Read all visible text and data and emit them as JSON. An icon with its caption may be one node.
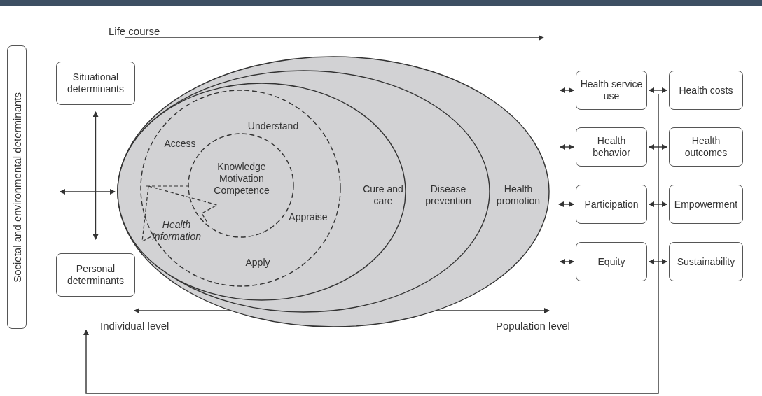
{
  "diagram": {
    "nodes": [
      {
        "text": [
          "Societal and environmental determinants"
        ]
      },
      {
        "text": [
          "Situational determinants"
        ]
      },
      {
        "text": [
          "Personal determinants"
        ]
      },
      {
        "text": [
          "Health promotion"
        ]
      },
      {
        "text": [
          "Disease prevention"
        ],
        "in": 3
      },
      {
        "text": [
          "Cure and care"
        ],
        "in": 4
      },
      {
        "text": [
          "Access",
          "Understand",
          "Appraise",
          "Apply",
          "Health Information"
        ],
        "in": 5
      },
      {
        "text": [
          "Knowledge Motivation Competence"
        ],
        "in": 6
      },
      {
        "text": [
          "Health service use"
        ]
      },
      {
        "text": [
          "Health behavior"
        ]
      },
      {
        "text": [
          "Participation"
        ]
      },
      {
        "text": [
          "Equity"
        ]
      },
      {
        "text": [
          "Health costs"
        ]
      },
      {
        "text": [
          "Health outcomes"
        ]
      },
      {
        "text": [
          "Empowerment"
        ]
      },
      {
        "text": [
          "Sustainability"
        ]
      }
    ],
    "edges": [
      {
        "from": 1,
        "to": 2,
        "arrow": "both"
      },
      {
        "from": null,
        "to": 3,
        "arrow": "both"
      },
      {
        "from": null,
        "to": 8,
        "arrow": "both"
      },
      {
        "from": null,
        "to": 9,
        "arrow": "both"
      },
      {
        "from": 3,
        "to": 10,
        "arrow": "both"
      },
      {
        "from": null,
        "to": 11,
        "arrow": "both"
      },
      {
        "from": 8,
        "to": 12,
        "arrow": "both"
      },
      {
        "from": 9,
        "to": 13,
        "arrow": "both"
      },
      {
        "from": 10,
        "to": 14,
        "arrow": "both"
      },
      {
        "from": 11,
        "to": 15,
        "arrow": "both"
      }
    ],
    "labels": [
      "Life course",
      "Individual level",
      "Population level"
    ]
  }
}
